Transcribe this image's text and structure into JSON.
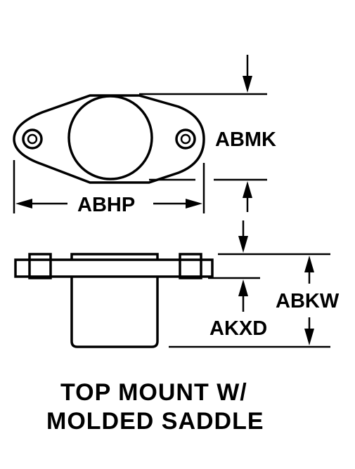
{
  "labels": {
    "abmk": "ABMK",
    "abhp": "ABHP",
    "akxd": "AKXD",
    "abkw": "ABKW"
  },
  "caption": {
    "line1": "TOP MOUNT W/",
    "line2": "MOLDED SADDLE"
  }
}
